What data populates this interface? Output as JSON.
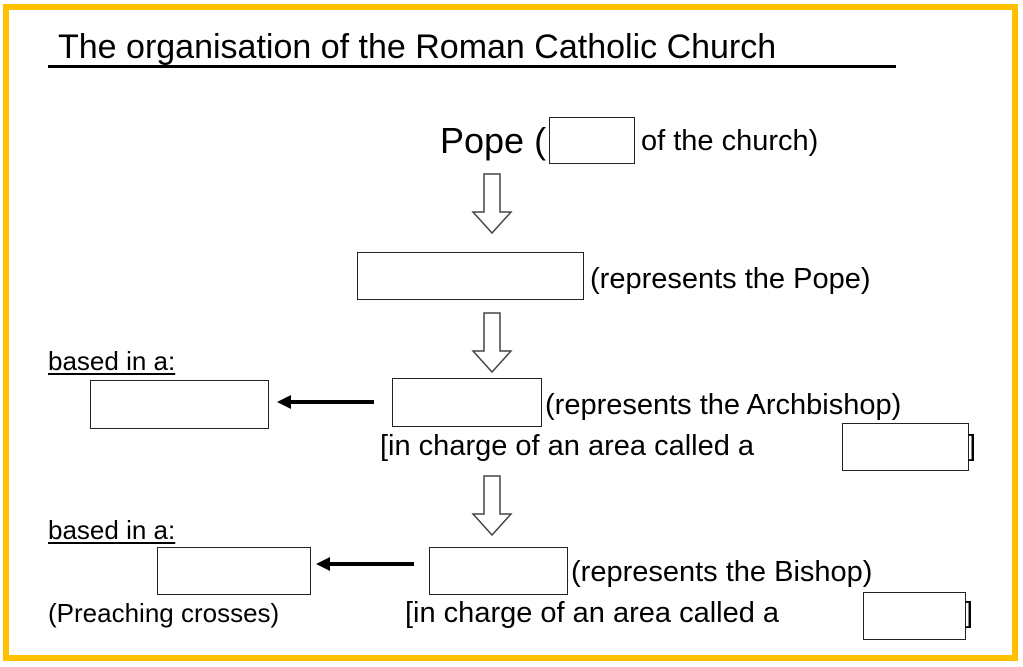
{
  "title": "The organisation of the Roman Catholic Church",
  "pope": {
    "label": "Pope (",
    "suffix": "of the church)"
  },
  "level2": {
    "suffix": "(represents the Pope)"
  },
  "level3": {
    "suffix": "(represents the Archbishop)",
    "area_text": "[in charge of an area called a",
    "close": "]",
    "based_label": "based in a:"
  },
  "level4": {
    "suffix": "(represents the Bishop)",
    "area_text": "[in charge of an area called a",
    "close": "]",
    "based_label": "based in a:",
    "note": "(Preaching crosses)"
  },
  "colors": {
    "frame": "#FFC000"
  }
}
